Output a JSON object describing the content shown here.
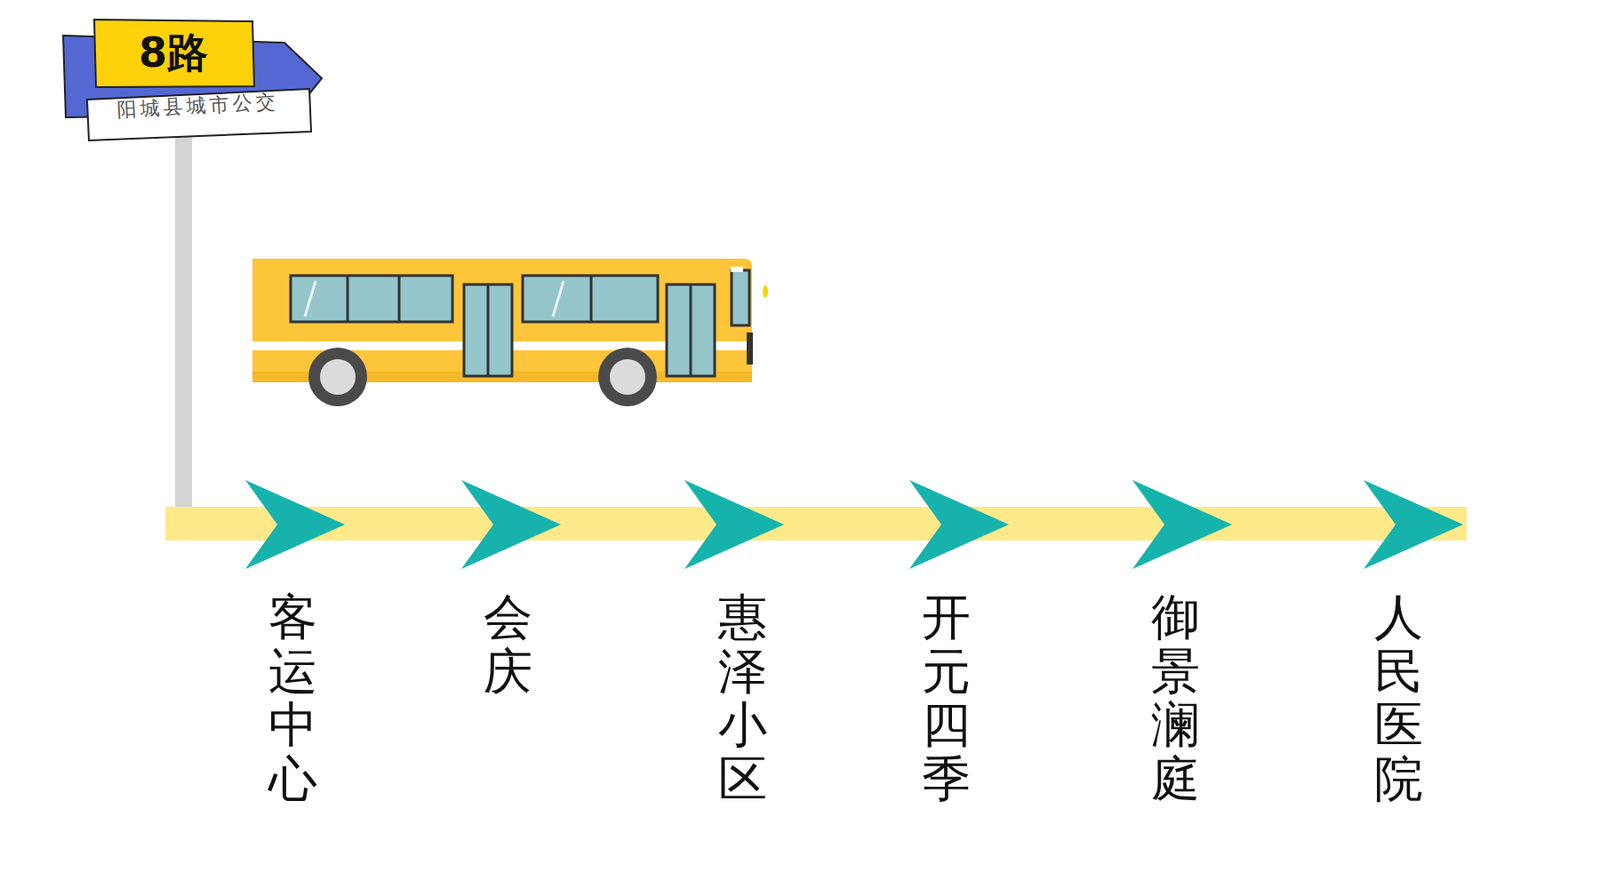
{
  "diagram": {
    "title": "8路",
    "labels": [
      "阳城县城市公交",
      "客运中心",
      "会庆",
      "惠泽小区",
      "开元四季",
      "御景澜庭",
      "人民医院"
    ]
  }
}
